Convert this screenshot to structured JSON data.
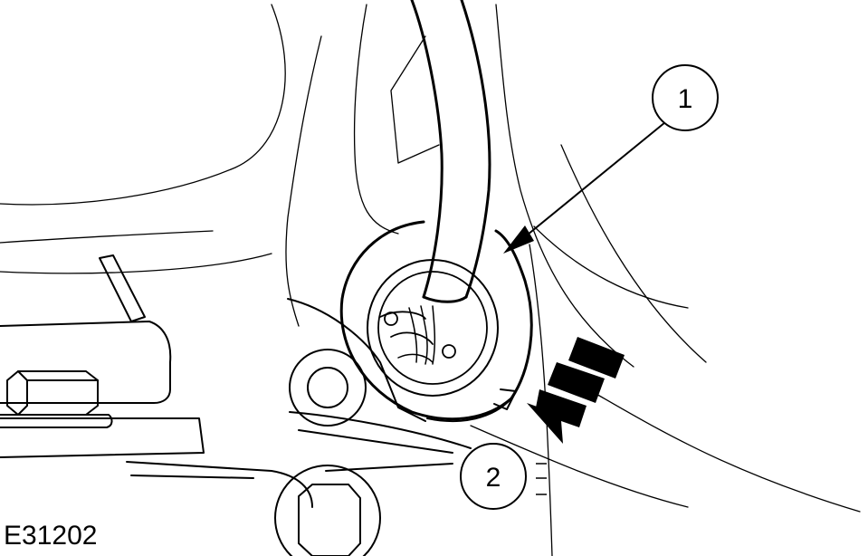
{
  "figure": {
    "id_label": "E31202",
    "callouts": [
      {
        "number": "1"
      },
      {
        "number": "2"
      }
    ]
  }
}
